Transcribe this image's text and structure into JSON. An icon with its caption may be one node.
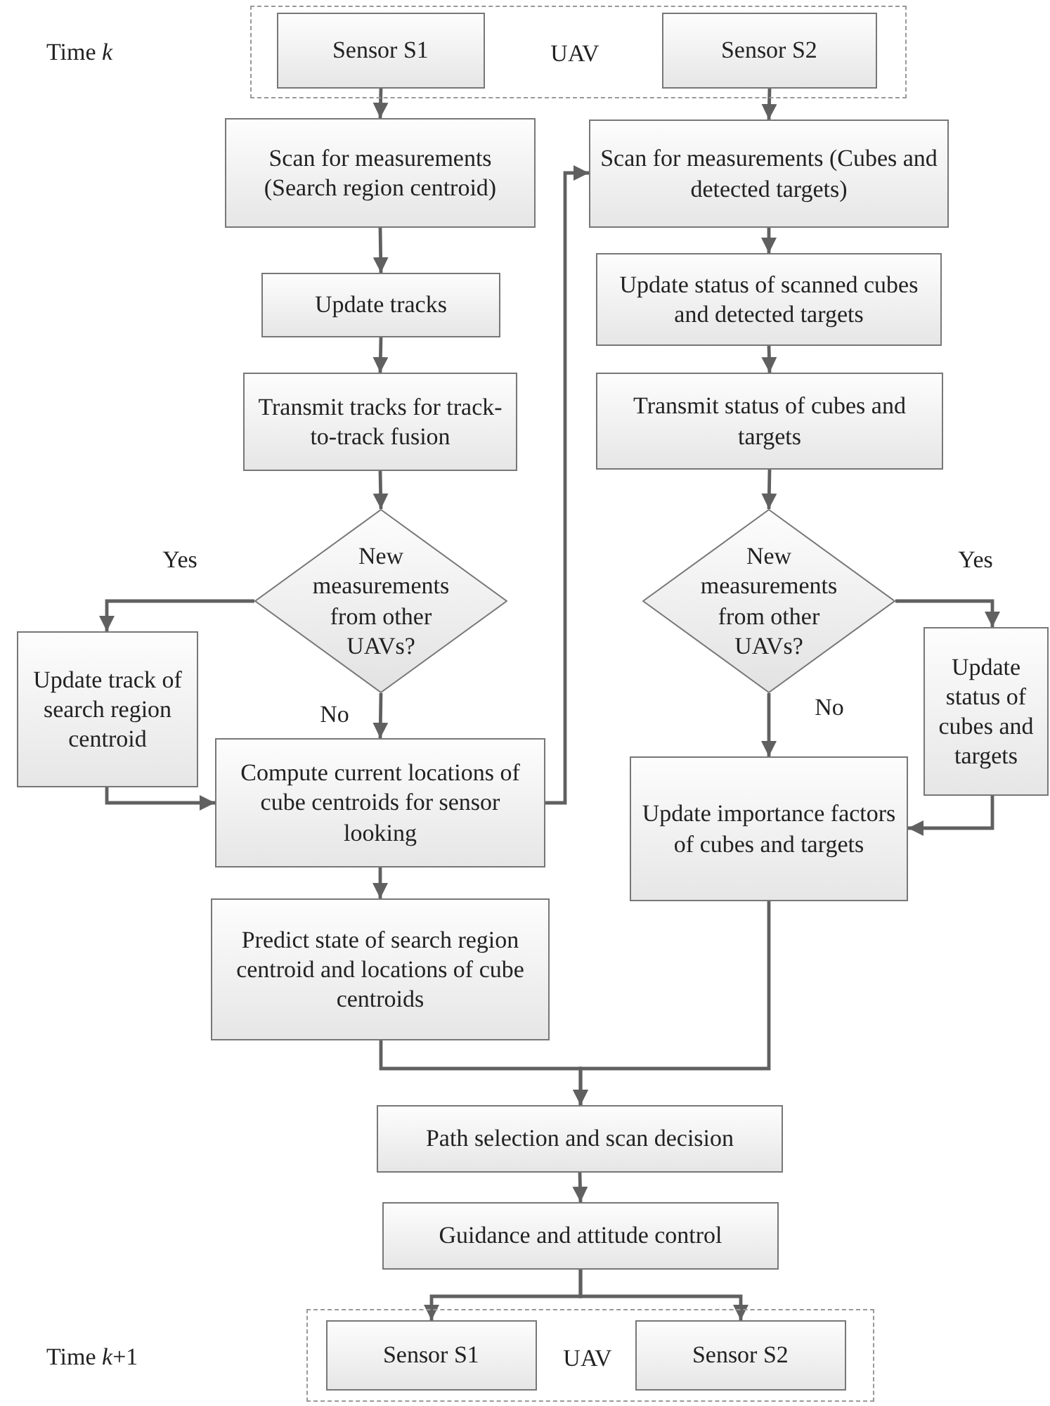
{
  "diagram": {
    "nodes": [
      {
        "text": [
          "UAV"
        ]
      },
      {
        "text": [
          "Sensor S1"
        ],
        "in": 0
      },
      {
        "text": [
          "Sensor S2"
        ],
        "in": 0
      },
      {
        "text": [
          "Scan for measurements (Search region centroid)"
        ]
      },
      {
        "text": [
          "Update tracks"
        ]
      },
      {
        "text": [
          "Transmit tracks for track-to-track fusion"
        ]
      },
      {
        "text": [
          "New measurements from other UAVs?"
        ]
      },
      {
        "text": [
          "Update track of search region centroid"
        ]
      },
      {
        "text": [
          "Compute current locations of cube centroids for sensor looking"
        ]
      },
      {
        "text": [
          "Predict state of search region centroid and locations of cube centroids"
        ]
      },
      {
        "text": [
          "Scan for measurements (Cubes and detected targets)"
        ]
      },
      {
        "text": [
          "Update status of scanned cubes and detected targets"
        ]
      },
      {
        "text": [
          "Transmit status of cubes and targets"
        ]
      },
      {
        "text": [
          "New measurements from other UAVs?"
        ]
      },
      {
        "text": [
          "Update status of cubes and targets"
        ]
      },
      {
        "text": [
          "Update importance factors of cubes and targets"
        ]
      },
      {
        "text": [
          "Path selection and scan decision"
        ]
      },
      {
        "text": [
          "Guidance and attitude control"
        ]
      },
      {
        "text": [
          "UAV"
        ]
      },
      {
        "text": [
          "Sensor S1"
        ],
        "in": 18
      },
      {
        "text": [
          "Sensor S2"
        ],
        "in": 18
      }
    ],
    "edges": [
      {
        "from": 1,
        "to": 3,
        "arrow": "to"
      },
      {
        "from": 2,
        "to": 10,
        "arrow": "to"
      },
      {
        "from": 3,
        "to": 4,
        "arrow": "to"
      },
      {
        "from": 4,
        "to": 5,
        "arrow": "to"
      },
      {
        "from": 5,
        "to": 6,
        "arrow": "to"
      },
      {
        "from": 6,
        "to": 7,
        "arrow": "to",
        "label": "Yes"
      },
      {
        "from": 6,
        "to": 8,
        "arrow": "to",
        "label": "No"
      },
      {
        "from": 7,
        "to": 8,
        "arrow": "to"
      },
      {
        "from": 8,
        "to": 10,
        "arrow": "to"
      },
      {
        "from": 8,
        "to": 9,
        "arrow": "to"
      },
      {
        "from": 9,
        "to": 16,
        "arrow": "to"
      },
      {
        "from": 15,
        "to": 16,
        "arrow": "to"
      },
      {
        "from": 10,
        "to": 11,
        "arrow": "to"
      },
      {
        "from": 11,
        "to": 12,
        "arrow": "to"
      },
      {
        "from": 12,
        "to": 13,
        "arrow": "to"
      },
      {
        "from": 13,
        "to": 14,
        "arrow": "to",
        "label": "Yes"
      },
      {
        "from": 13,
        "to": 15,
        "arrow": "to",
        "label": "No"
      },
      {
        "from": 14,
        "to": 15,
        "arrow": "to"
      },
      {
        "from": 16,
        "to": 17,
        "arrow": "to"
      },
      {
        "from": 17,
        "to": 19,
        "arrow": "to"
      },
      {
        "from": 17,
        "to": 20,
        "arrow": "to"
      }
    ],
    "labels": [
      "Time *k*",
      "Time *k*+1"
    ]
  }
}
